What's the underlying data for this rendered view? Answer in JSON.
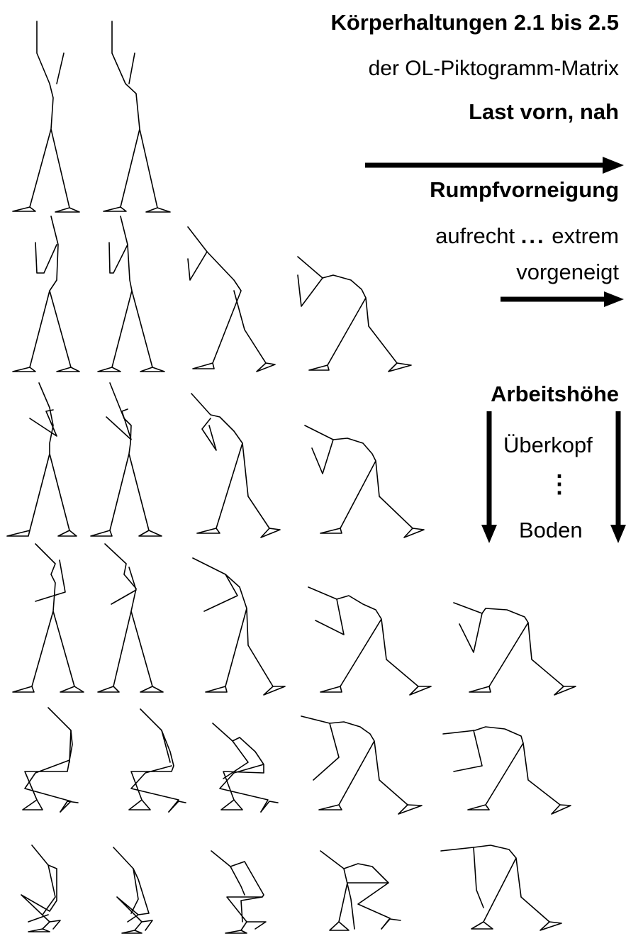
{
  "header": {
    "title": "Körperhaltungen  2.1 bis 2.5",
    "subtitle": "der OL-Piktogramm-Matrix",
    "load": "Last vorn, nah"
  },
  "axes": {
    "trunk_label": "Rumpfvorneigung",
    "trunk_from": "aufrecht",
    "trunk_dots": "...",
    "trunk_to_line1": "extrem",
    "trunk_to_line2": "vorgeneigt",
    "height_label": "Arbeitshöhe",
    "height_top": "Überkopf",
    "height_dots": "⋮",
    "height_bottom": "Boden"
  },
  "matrix": {
    "rows": 6,
    "figures_per_row": [
      2,
      4,
      4,
      5,
      5,
      5
    ],
    "color": "#000000"
  }
}
